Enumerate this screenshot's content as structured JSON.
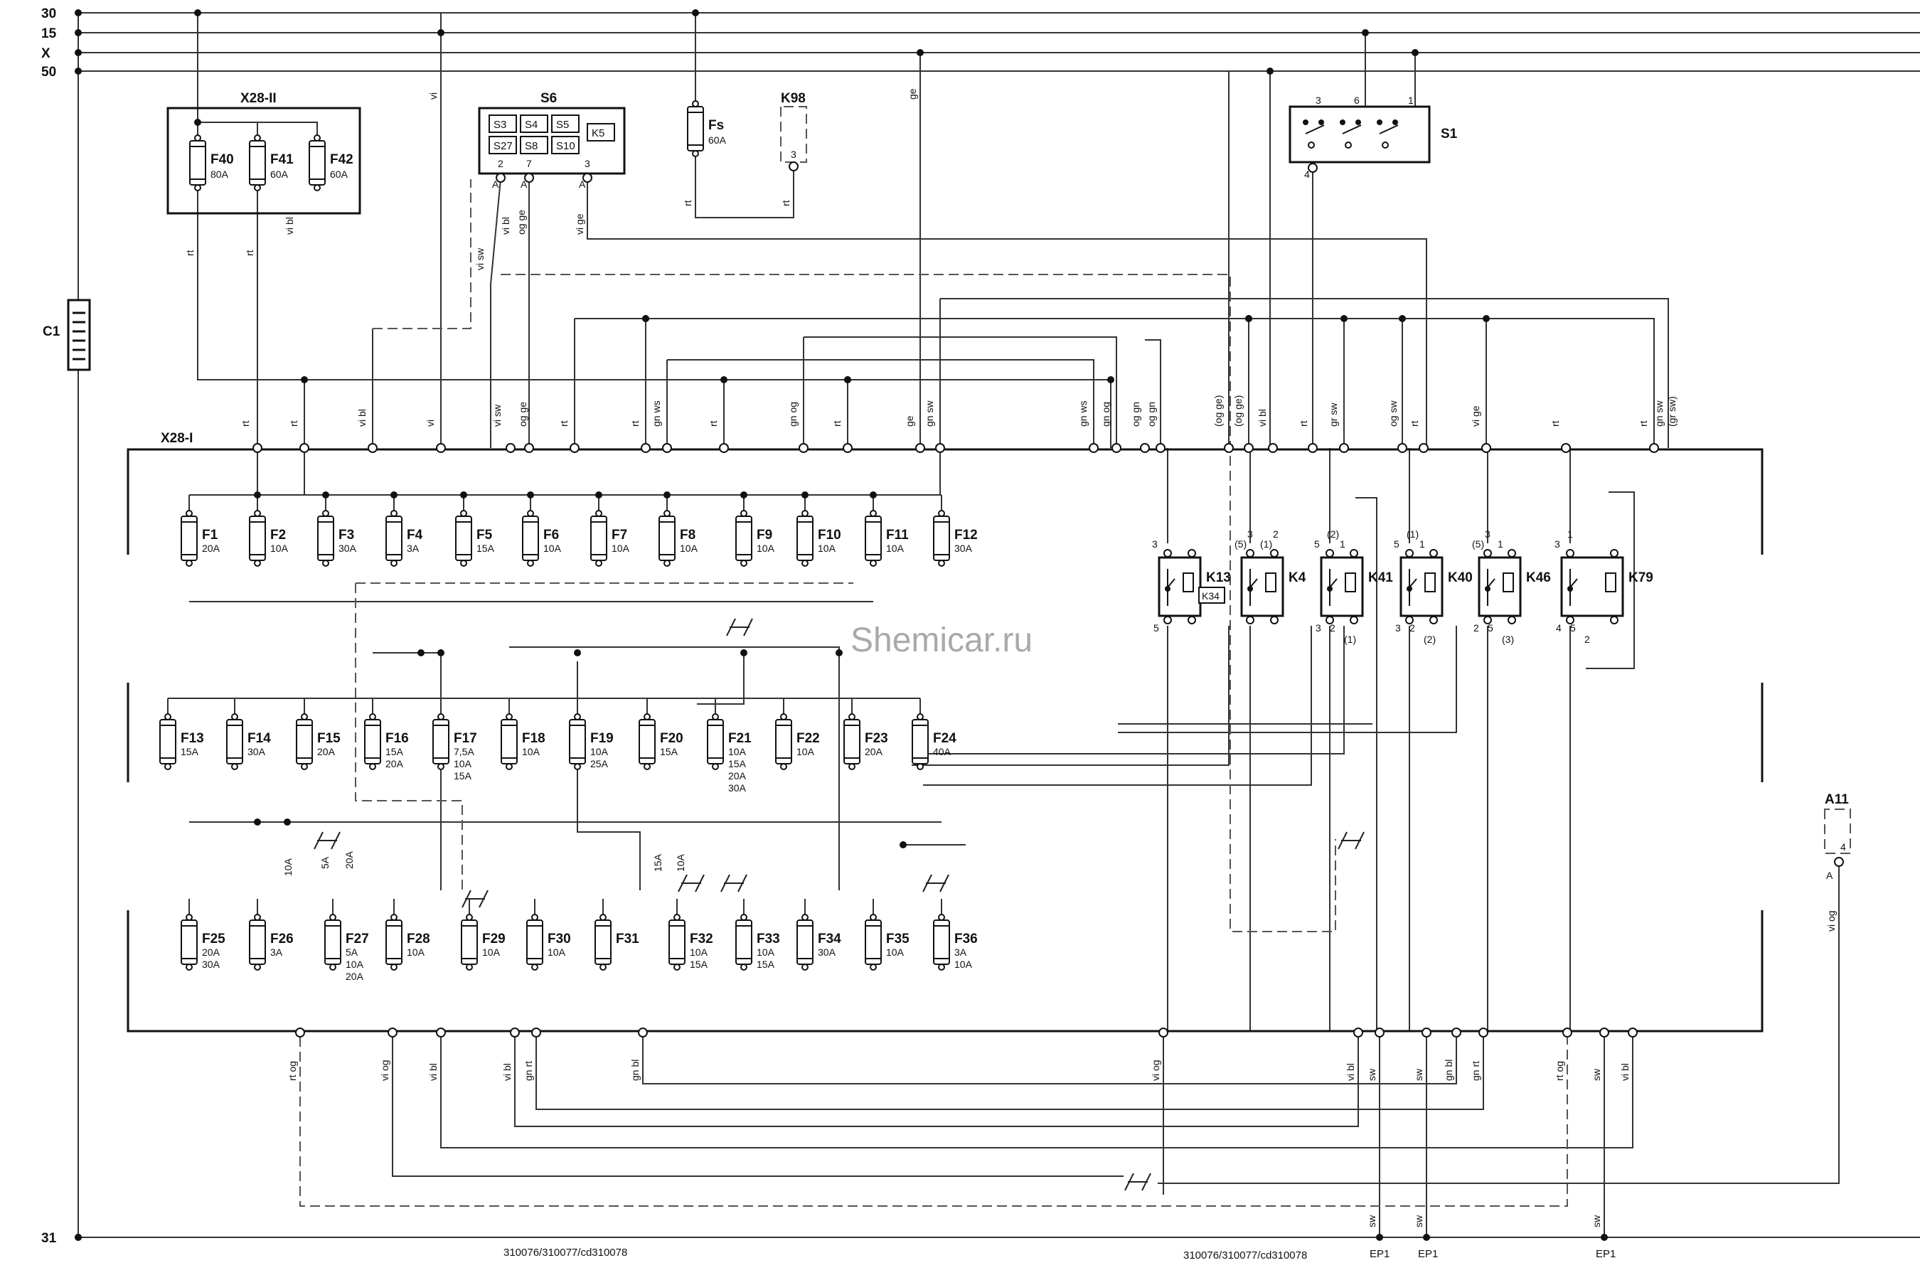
{
  "watermark": "Shemicar.ru",
  "bus_lines": [
    {
      "id": "30",
      "label": "30"
    },
    {
      "id": "15",
      "label": "15"
    },
    {
      "id": "X",
      "label": "X"
    },
    {
      "id": "50",
      "label": "50"
    },
    {
      "id": "31",
      "label": "31"
    }
  ],
  "drawing_refs": [
    "310076/310077/cd310078",
    "310076/310077/cd310078"
  ],
  "battery": {
    "label": "C1"
  },
  "components": {
    "x28_ii": {
      "label": "X28-II"
    },
    "x28_i": {
      "label": "X28-I"
    },
    "s6": {
      "label": "S6",
      "switches": [
        "S3",
        "S4",
        "S5",
        "K5",
        "S27",
        "S8",
        "S10"
      ],
      "pins": [
        "2",
        "7",
        "3"
      ],
      "pin_marks": [
        "A",
        "A",
        "A"
      ]
    },
    "fs": {
      "label": "Fs",
      "rating": "60A"
    },
    "k98": {
      "label": "K98",
      "pin": "3"
    },
    "s1": {
      "label": "S1",
      "pins": [
        "3",
        "6",
        "1",
        "4"
      ]
    },
    "a11": {
      "label": "A11",
      "pin": "4",
      "pin_mark": "A",
      "wire": "vi og"
    }
  },
  "fuses_x28_ii": [
    {
      "label": "F40",
      "rating": "80A"
    },
    {
      "label": "F41",
      "rating": "60A"
    },
    {
      "label": "F42",
      "rating": "60A"
    }
  ],
  "fuses": [
    {
      "label": "F1",
      "ratings": [
        "20A"
      ]
    },
    {
      "label": "F2",
      "ratings": [
        "10A"
      ]
    },
    {
      "label": "F3",
      "ratings": [
        "30A"
      ]
    },
    {
      "label": "F4",
      "ratings": [
        "3A"
      ]
    },
    {
      "label": "F5",
      "ratings": [
        "15A"
      ]
    },
    {
      "label": "F6",
      "ratings": [
        "10A"
      ]
    },
    {
      "label": "F7",
      "ratings": [
        "10A"
      ]
    },
    {
      "label": "F8",
      "ratings": [
        "10A"
      ]
    },
    {
      "label": "F9",
      "ratings": [
        "10A"
      ]
    },
    {
      "label": "F10",
      "ratings": [
        "10A"
      ]
    },
    {
      "label": "F11",
      "ratings": [
        "10A"
      ]
    },
    {
      "label": "F12",
      "ratings": [
        "30A"
      ]
    },
    {
      "label": "F13",
      "ratings": [
        "15A"
      ]
    },
    {
      "label": "F14",
      "ratings": [
        "30A"
      ]
    },
    {
      "label": "F15",
      "ratings": [
        "20A"
      ]
    },
    {
      "label": "F16",
      "ratings": [
        "15A",
        "20A"
      ]
    },
    {
      "label": "F17",
      "ratings": [
        "7,5A",
        "10A",
        "15A"
      ]
    },
    {
      "label": "F18",
      "ratings": [
        "10A"
      ]
    },
    {
      "label": "F19",
      "ratings": [
        "10A",
        "25A"
      ]
    },
    {
      "label": "F20",
      "ratings": [
        "15A"
      ]
    },
    {
      "label": "F21",
      "ratings": [
        "10A",
        "15A",
        "20A",
        "30A"
      ]
    },
    {
      "label": "F22",
      "ratings": [
        "10A"
      ]
    },
    {
      "label": "F23",
      "ratings": [
        "20A"
      ]
    },
    {
      "label": "F24",
      "ratings": [
        "40A"
      ]
    },
    {
      "label": "F25",
      "ratings": [
        "20A",
        "30A"
      ]
    },
    {
      "label": "F26",
      "ratings": [
        "3A"
      ]
    },
    {
      "label": "F27",
      "ratings": [
        "5A",
        "10A",
        "20A"
      ]
    },
    {
      "label": "F28",
      "ratings": [
        "10A"
      ]
    },
    {
      "label": "F29",
      "ratings": [
        "10A"
      ]
    },
    {
      "label": "F30",
      "ratings": [
        "10A"
      ]
    },
    {
      "label": "F31",
      "ratings": []
    },
    {
      "label": "F32",
      "ratings": [
        "10A",
        "15A"
      ]
    },
    {
      "label": "F33",
      "ratings": [
        "10A",
        "15A"
      ]
    },
    {
      "label": "F34",
      "ratings": [
        "30A"
      ]
    },
    {
      "label": "F35",
      "ratings": [
        "10A"
      ]
    },
    {
      "label": "F36",
      "ratings": [
        "3A",
        "10A"
      ]
    }
  ],
  "relays": [
    {
      "label": "K13",
      "sub": "K34",
      "top": [
        "3"
      ],
      "bottom": [
        "5"
      ]
    },
    {
      "label": "K4",
      "top": [
        "(5)",
        "3",
        "(1)",
        "2"
      ],
      "bottom": []
    },
    {
      "label": "K41",
      "top": [
        "5",
        "(2)",
        "1"
      ],
      "bottom": [
        "3",
        "2",
        "(1)"
      ]
    },
    {
      "label": "K40",
      "top": [
        "5",
        "(1)",
        "1"
      ],
      "bottom": [
        "3",
        "2",
        "(2)"
      ]
    },
    {
      "label": "K46",
      "top": [
        "(5)",
        "3",
        "1"
      ],
      "bottom": [
        "2",
        "5",
        "(3)"
      ]
    },
    {
      "label": "K79",
      "top": [
        "3",
        "1"
      ],
      "bottom": [
        "4",
        "5",
        "2"
      ]
    }
  ],
  "wire_labels_top": [
    "vi",
    "ge",
    "rt",
    "rt",
    "rt",
    "rt",
    "vi bl",
    "vi sw",
    "vi bl",
    "og ge",
    "vi ge"
  ],
  "wire_labels_mid": [
    "rt",
    "rt",
    "vi bl",
    "vi",
    "vi sw",
    "og ge",
    "rt",
    "rt",
    "gn ws",
    "rt",
    "gn og",
    "rt",
    "ge",
    "gn sw",
    "gn ws",
    "gn og",
    "og gn",
    "og gn",
    "(og ge)",
    "(og ge)",
    "vi bl",
    "rt",
    "gr sw",
    "og sw",
    "rt",
    "vi ge",
    "rt",
    "rt",
    "gn sw",
    "(gr sw)"
  ],
  "wire_labels_bottom": [
    "rt og",
    "vi og",
    "vi bl",
    "vi bl",
    "gn rt",
    "gn bl",
    "vi og",
    "vi bl",
    "sw",
    "sw",
    "gn bl",
    "gn rt",
    "rt og",
    "sw",
    "vi bl"
  ],
  "wire_labels_f27": [
    "10A",
    "5A",
    "20A"
  ],
  "wire_labels_f32": [
    "15A",
    "10A"
  ],
  "ground_labels": [
    "sw",
    "sw",
    "sw"
  ],
  "ground_points": [
    "EP1",
    "EP1",
    "EP1"
  ]
}
